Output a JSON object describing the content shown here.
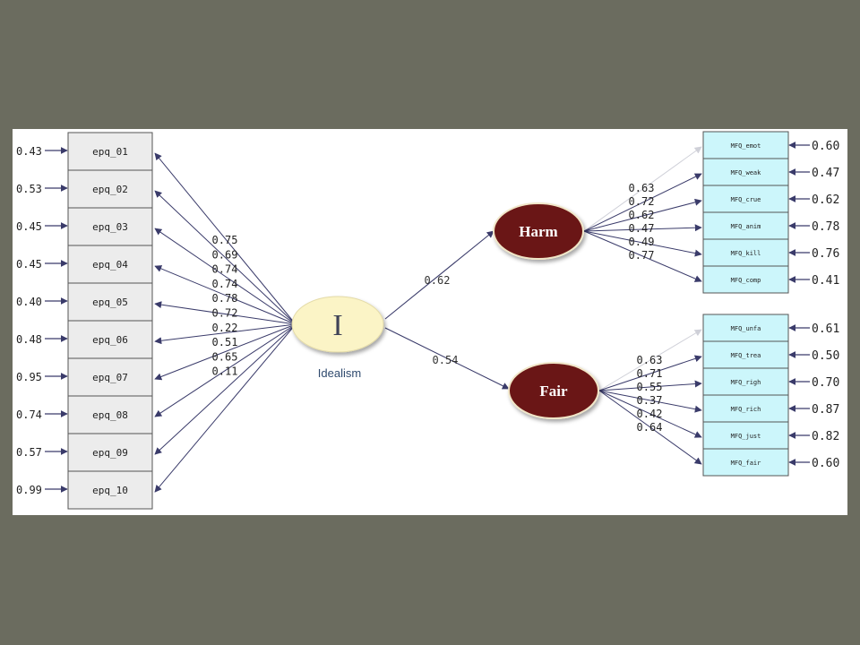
{
  "colors": {
    "background": "#6b6c5f",
    "panel": "#ffffff",
    "epq_box": "#ececec",
    "mfq_box": "#ccf6fb",
    "idealism_ellipse": "#fbf4c6",
    "factor_ellipse": "#6b1212",
    "arrow": "#3a3b6a"
  },
  "idealism": {
    "symbol": "I",
    "label": "Idealism"
  },
  "factors": [
    {
      "name": "Harm",
      "path": "0.62"
    },
    {
      "name": "Fair",
      "path": "0.54"
    }
  ],
  "epq_items": [
    {
      "name": "epq_01",
      "error": "0.43",
      "loading": "0.75"
    },
    {
      "name": "epq_02",
      "error": "0.53",
      "loading": "0.69"
    },
    {
      "name": "epq_03",
      "error": "0.45",
      "loading": "0.74"
    },
    {
      "name": "epq_04",
      "error": "0.45",
      "loading": "0.74"
    },
    {
      "name": "epq_05",
      "error": "0.40",
      "loading": "0.78"
    },
    {
      "name": "epq_06",
      "error": "0.48",
      "loading": "0.72"
    },
    {
      "name": "epq_07",
      "error": "0.95",
      "loading": "0.22"
    },
    {
      "name": "epq_08",
      "error": "0.74",
      "loading": "0.51"
    },
    {
      "name": "epq_09",
      "error": "0.57",
      "loading": "0.65"
    },
    {
      "name": "epq_10",
      "error": "0.99",
      "loading": "0.11"
    }
  ],
  "harm_items": [
    {
      "name": "MFQ_emot",
      "error": "0.60",
      "loading": "0.63"
    },
    {
      "name": "MFQ_weak",
      "error": "0.47",
      "loading": "0.72"
    },
    {
      "name": "MFQ_crue",
      "error": "0.62",
      "loading": "0.62"
    },
    {
      "name": "MFQ_anim",
      "error": "0.78",
      "loading": "0.47"
    },
    {
      "name": "MFQ_kill",
      "error": "0.76",
      "loading": "0.49"
    },
    {
      "name": "MFQ_comp",
      "error": "0.41",
      "loading": "0.77"
    }
  ],
  "fair_items": [
    {
      "name": "MFQ_unfa",
      "error": "0.61",
      "loading": "0.63"
    },
    {
      "name": "MFQ_trea",
      "error": "0.50",
      "loading": "0.71"
    },
    {
      "name": "MFQ_righ",
      "error": "0.70",
      "loading": "0.55"
    },
    {
      "name": "MFQ_rich",
      "error": "0.87",
      "loading": "0.37"
    },
    {
      "name": "MFQ_just",
      "error": "0.82",
      "loading": "0.42"
    },
    {
      "name": "MFQ_fair",
      "error": "0.60",
      "loading": "0.64"
    }
  ]
}
